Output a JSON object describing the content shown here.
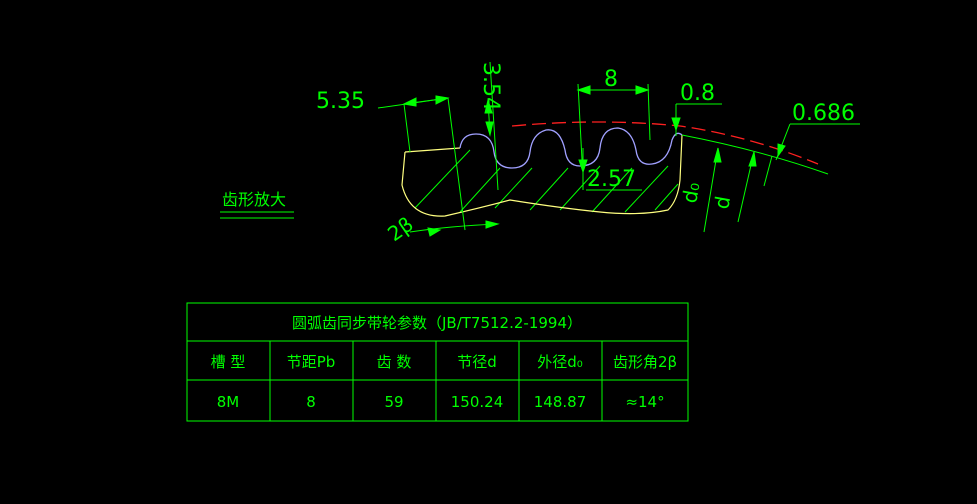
{
  "drawing": {
    "caption": "齿形放大",
    "dimensions": {
      "tooth_width": "5.35",
      "tooth_height": "3.54",
      "pitch": "8",
      "offset": "0.8",
      "outer_gap": "0.686",
      "groove_depth": "2.57",
      "angle": "2β",
      "outer_dia_symbol": "d₀",
      "pitch_dia_symbol": "d"
    }
  },
  "table": {
    "title": "圆弧齿同步带轮参数（JB/T7512.2-1994）",
    "headers": [
      "槽 型",
      "节距Pb",
      "齿 数",
      "节径d",
      "外径d₀",
      "齿形角2β"
    ],
    "values": [
      "8M",
      "8",
      "59",
      "150.24",
      "148.87",
      "≈14°"
    ]
  },
  "colors": {
    "background": "#000000",
    "lines": "#00ff00",
    "profile": "#ffff80",
    "pitch_line": "#ff2020",
    "tooth_arcs": "#a0a0ff"
  }
}
